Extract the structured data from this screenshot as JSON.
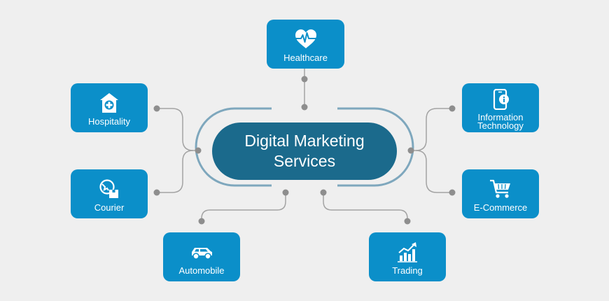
{
  "center": {
    "line1": "Digital Marketing",
    "line2": "Services"
  },
  "sectors": {
    "healthcare": "Healthcare",
    "hospitality": "Hospitality",
    "courier": "Courier",
    "automobile": "Automobile",
    "trading": "Trading",
    "it_line1": "Information",
    "it_line2": "Technology",
    "ecommerce": "E-Commerce"
  },
  "icons": {
    "healthcare": "heartbeat-icon",
    "hospitality": "hospital-icon",
    "courier": "delivery-box-icon",
    "automobile": "car-icon",
    "trading": "bar-chart-growth-icon",
    "it": "mobile-info-icon",
    "ecommerce": "shopping-cart-icon"
  },
  "colors": {
    "background": "#efefef",
    "center_fill": "#1b6a8c",
    "tile_fill": "#0b8fc9",
    "ring_stroke": "#7ea7bd",
    "connector_stroke": "#a3a3a3",
    "dot_fill": "#8e8e8e"
  }
}
